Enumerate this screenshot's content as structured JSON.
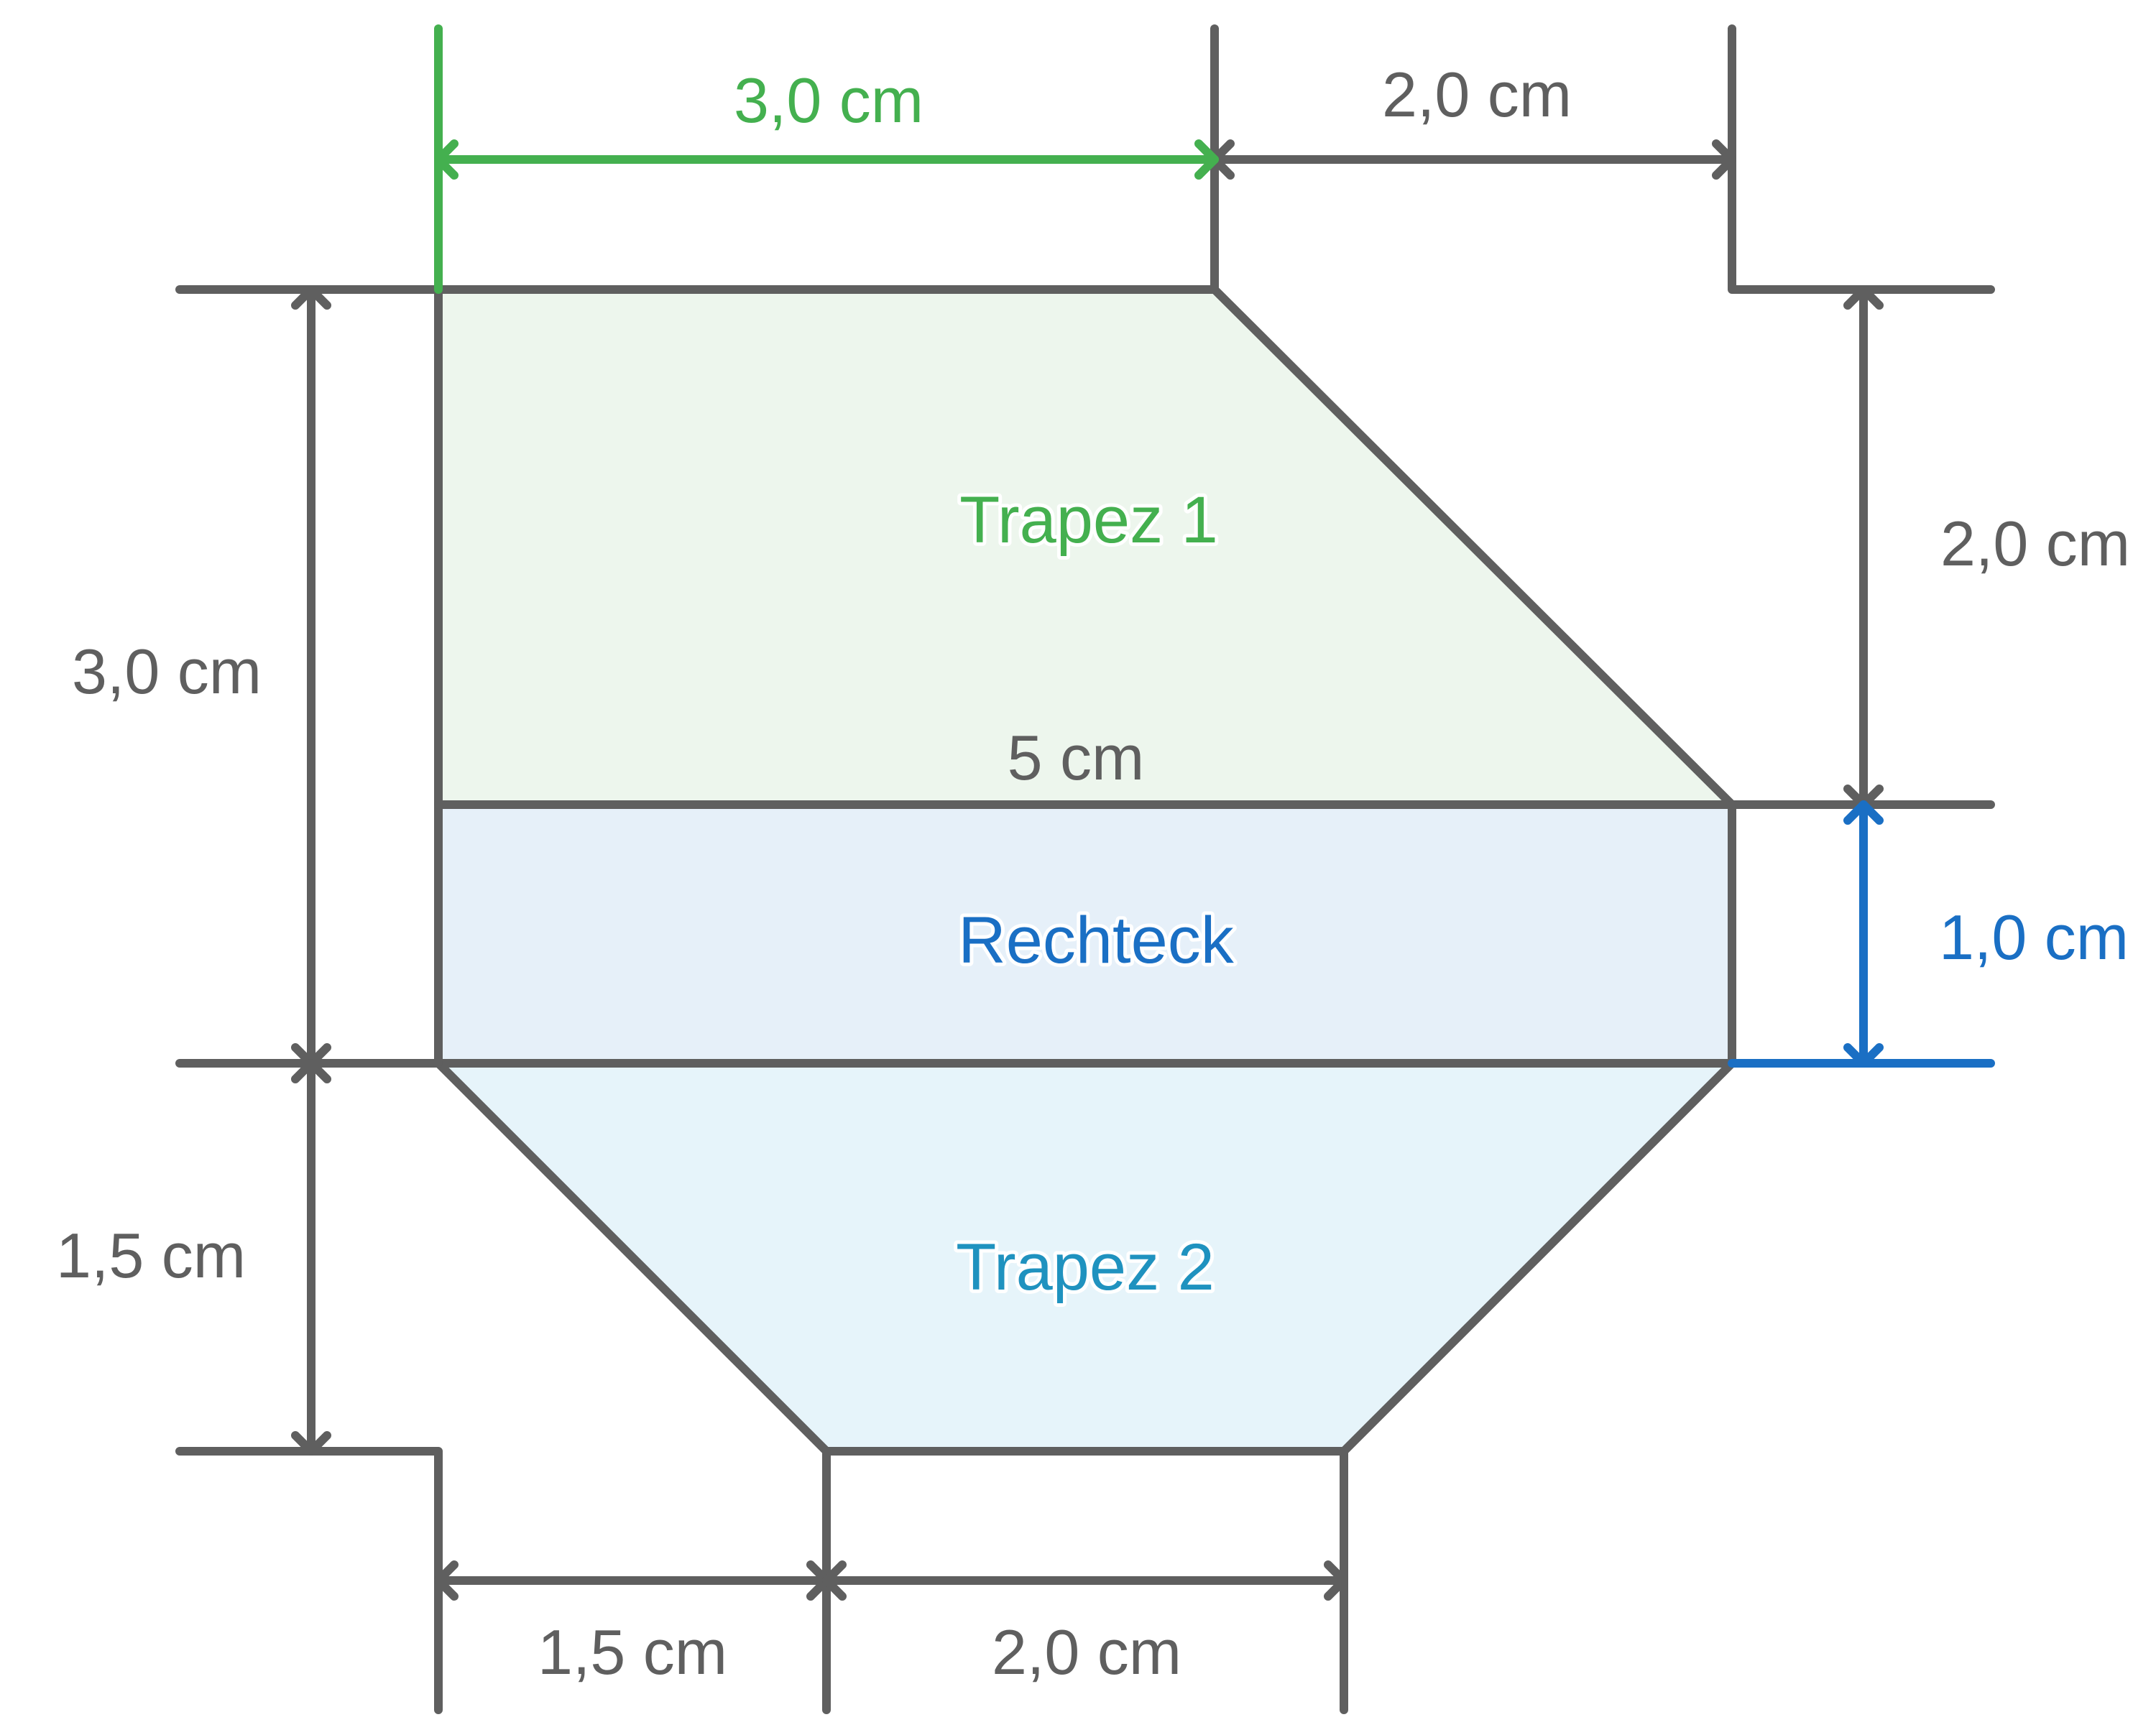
{
  "colors": {
    "line": "#5f5f5f",
    "green": "#44b04f",
    "blue": "#1a6fc4",
    "cyan": "#1f92bf",
    "fill_trapez1": "#edf6ed",
    "fill_rechteck": "#e6f0f9",
    "fill_trapez2": "#e6f4fa"
  },
  "regions": {
    "trapez1": "Trapez 1",
    "rechteck": "Rechteck",
    "trapez2": "Trapez 2"
  },
  "dimensions": {
    "top_left_width": "3,0 cm",
    "top_right_width": "2,0 cm",
    "middle_width": "5 cm",
    "left_upper_height": "3,0 cm",
    "left_lower_height": "1,5 cm",
    "right_upper_height": "2,0 cm",
    "right_lower_height": "1,0 cm",
    "bottom_left_width": "1,5 cm",
    "bottom_right_width": "2,0 cm"
  }
}
